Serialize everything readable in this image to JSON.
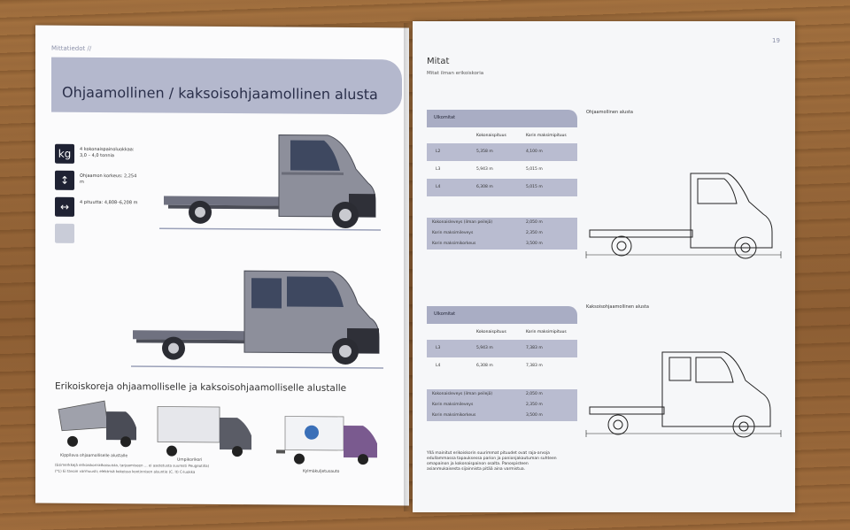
{
  "left_page": {
    "header": "Mittatiedot //",
    "banner_title": "Ohjaamollinen / kaksoisohjaamollinen alusta",
    "specs": [
      {
        "icon": "weight-icon",
        "glyph": "kg",
        "text": "4 kokonaispainoluokkaa: 3,0 – 4,0 tonnia"
      },
      {
        "icon": "height-arrow-icon",
        "glyph": "↕",
        "text": "Ohjaamon korkeus: 2,254 m"
      },
      {
        "icon": "length-arrow-icon",
        "glyph": "↔",
        "text": "4 pituutta: 4,808–6,208 m"
      },
      {
        "icon": "box-icon",
        "glyph": "",
        "text": ""
      }
    ],
    "section_title": "Erikoiskoreja ohjaamolliselle ja kaksoisohjaamolliselle alustalle",
    "captions": [
      "Kippilava ohjaamolliselle alustalle",
      "Umpikorikori",
      "Kylmäkuljetusauto"
    ],
    "fine_print": [
      "(Esimerkkejä erikoiskoriratkaisuista, tarjoamiseen ... ei asetetusta suuresti Peugeotilla)",
      "(*1) Ei tavoin varmuusti; elektrisä kokeissa kontinnisen alsuntie (C. lt) C-luokka"
    ]
  },
  "right_page": {
    "page_number": "19",
    "title": "Mitat",
    "subtitle": "Mitat ilman erikoiskoria",
    "table1": {
      "head": "Ulkomitat",
      "columns": [
        "Kokonaispituus",
        "Korin maksimipituus"
      ],
      "rows": [
        {
          "label": "L2",
          "a": "5,358 m",
          "b": "4,100 m",
          "shade": true
        },
        {
          "label": "L3",
          "a": "5,943 m",
          "b": "5,015 m",
          "shade": false
        },
        {
          "label": "L4",
          "a": "6,308 m",
          "b": "5,015 m",
          "shade": true
        }
      ],
      "extra": [
        {
          "label": "Kokonaisleveys (ilman peilejä)",
          "value": "2,050 m"
        },
        {
          "label": "Korin maksimileveys",
          "value": "2,350 m"
        },
        {
          "label": "Korin maksimikorkeus",
          "value": "3,500 m"
        }
      ]
    },
    "table2": {
      "head": "Ulkomitat",
      "columns": [
        "Kokonaispituus",
        "Korin maksimipituus"
      ],
      "rows": [
        {
          "label": "L3",
          "a": "5,943 m",
          "b": "7,383 m",
          "shade": true
        },
        {
          "label": "L4",
          "a": "6,308 m",
          "b": "7,383 m",
          "shade": false
        }
      ],
      "extra": [
        {
          "label": "Kokonaisleveys (ilman peilejä)",
          "value": "2,050 m"
        },
        {
          "label": "Korin maksimileveys",
          "value": "2,350 m"
        },
        {
          "label": "Korin maksimikorkeus",
          "value": "3,500 m"
        }
      ]
    },
    "diagram1_label": "Ohjaamollinen alusta",
    "diagram2_label": "Kaksoisohjaamollinen alusta",
    "note": "Yllä mainitut erikoiskorin suurimmat pituudet ovat raja-arvoja edullammassa tapauksessa parion ja panionjakautuman suhteen omapainon ja kokonaispainon osalta. Panospisteen asianmukaisesta sijainnista pitää aina varmistua."
  },
  "colors": {
    "banner": "#b4b8cd",
    "table_shade": "#b9bcd0",
    "icon_bg": "#1f2233",
    "van_grey": "#8d8f9b"
  }
}
